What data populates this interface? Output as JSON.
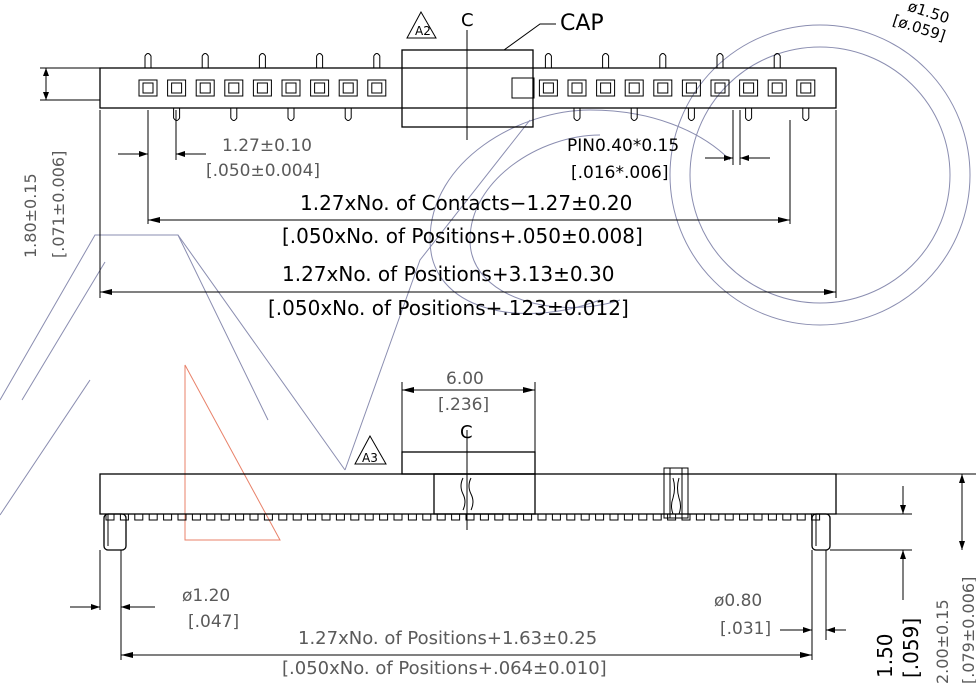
{
  "top_view": {
    "cap_label": "CAP",
    "rev_a2": "A2",
    "centerline": "C",
    "dia_top_right": "ø1.50",
    "dia_top_right_in": "[ø.059]",
    "height_mm": "1.80±0.15",
    "height_in": "[.071±0.006]",
    "pitch_mm": "1.27±0.10",
    "pitch_in": "[.050±0.004]",
    "pin_mm": "PIN0.40*0.15",
    "pin_in": "[.016*.006]",
    "contacts_mm": "1.27xNo. of Contacts−1.27±0.20",
    "contacts_in": "[.050xNo. of Positions+.050±0.008]",
    "overall_mm": "1.27xNo. of Positions+3.13±0.30",
    "overall_in": "[.050xNo. of Positions+.123±0.012]"
  },
  "side_view": {
    "cap_w_mm": "6.00",
    "cap_w_in": "[.236]",
    "centerline": "C",
    "rev_a3": "A3",
    "peg_left_mm": "ø1.20",
    "peg_left_in": "[.047]",
    "peg_right_mm": "ø0.80",
    "peg_right_in": "[.031]",
    "peg_span_mm": "1.27xNo. of Positions+1.63±0.25",
    "peg_span_in": "[.050xNo. of Positions+.064±0.010]",
    "peg_len_mm": "1.50",
    "peg_len_in": "[.059]",
    "body_h_mm": "2.00±0.15",
    "body_h_in": "[.079±0.006]"
  },
  "colors": {
    "line": "#000000",
    "watermark": "#8a8db0",
    "watermark_red": "#e8826a"
  }
}
